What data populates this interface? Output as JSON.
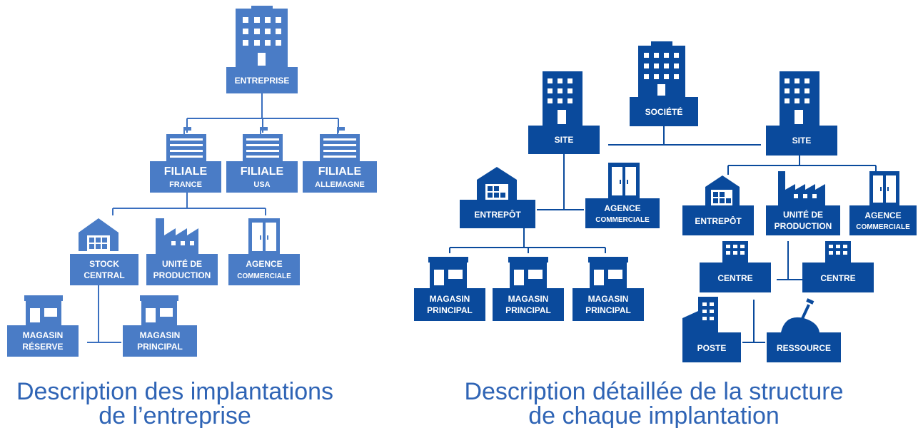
{
  "colors": {
    "light": "#4a7cc6",
    "dark": "#0a4a9c",
    "caption": "#2f64b5",
    "line_light": "#3a6fbf",
    "line_dark": "#0a4a9c"
  },
  "left": {
    "entreprise": "ENTREPRISE",
    "filiale_france": [
      "FILIALE",
      "FRANCE"
    ],
    "filiale_usa": [
      "FILIALE",
      "USA"
    ],
    "filiale_allemagne": [
      "FILIALE",
      "ALLEMAGNE"
    ],
    "stock_central": [
      "STOCK",
      "CENTRAL"
    ],
    "unite_production": [
      "UNITÉ DE",
      "PRODUCTION"
    ],
    "agence_commerciale": [
      "AGENCE",
      "COMMERCIALE"
    ],
    "magasin_reserve": [
      "MAGASIN",
      "RÉSERVE"
    ],
    "magasin_principal": [
      "MAGASIN",
      "PRINCIPAL"
    ],
    "caption": [
      "Description des implantations",
      "de l’entreprise"
    ]
  },
  "right": {
    "societe": "SOCIÉTÉ",
    "site_left": "SITE",
    "site_right": "SITE",
    "entrepot_left": "ENTREPÔT",
    "agence_left": [
      "AGENCE",
      "COMMERCIALE"
    ],
    "magasin_1": [
      "MAGASIN",
      "PRINCIPAL"
    ],
    "magasin_2": [
      "MAGASIN",
      "PRINCIPAL"
    ],
    "magasin_3": [
      "MAGASIN",
      "PRINCIPAL"
    ],
    "entrepot_right": "ENTREPÔT",
    "unite_production": [
      "UNITÉ DE",
      "PRODUCTION"
    ],
    "agence_right": [
      "AGENCE",
      "COMMERCIALE"
    ],
    "centre_left": "CENTRE",
    "centre_right": "CENTRE",
    "poste": "POSTE",
    "ressource": "RESSOURCE",
    "caption": [
      "Description détaillée de la structure",
      "de chaque implantation"
    ]
  },
  "icons": [
    "office-building-icon",
    "factory-icon",
    "warehouse-icon",
    "shop-icon",
    "glass-door-icon",
    "shovel-icon"
  ]
}
